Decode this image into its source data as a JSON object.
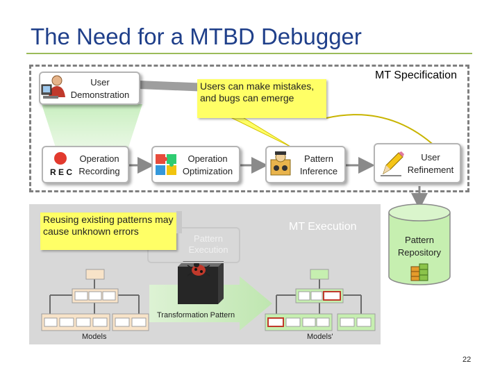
{
  "title": "The Need for a MTBD Debugger",
  "mt_specification": "MT Specification",
  "mt_execution": "MT Execution",
  "boxes": {
    "user_demonstration": "User Demonstration",
    "operation_recording": "Operation Recording",
    "operation_optimization": "Operation Optimization",
    "pattern_inference": "Pattern Inference",
    "user_refinement": "User Refinement",
    "pattern_execution": "Pattern Execution"
  },
  "callouts": {
    "users_mistakes": "Users can make mistakes, and bugs can emerge",
    "reusing_patterns": "Reusing existing patterns may cause unknown errors"
  },
  "repository": "Pattern Repository",
  "rec_label": "R E C",
  "transformation_pattern": "Transformation Pattern",
  "models": "Models",
  "models_prime": "Models'",
  "page_number": "22",
  "colors": {
    "title": "#1f3f8a",
    "rule": "#9bbb59",
    "callout": "#ffff66",
    "tree_node_orange": "#f8e3c8",
    "tree_node_green": "#c6efb0",
    "cylinder": "#c6efb0",
    "highlight": "#c0392b"
  },
  "icons": [
    "user-at-computer-icon",
    "record-icon",
    "puzzle-icon",
    "inference-icon",
    "pencil-icon",
    "bug-icon",
    "database-icon"
  ]
}
